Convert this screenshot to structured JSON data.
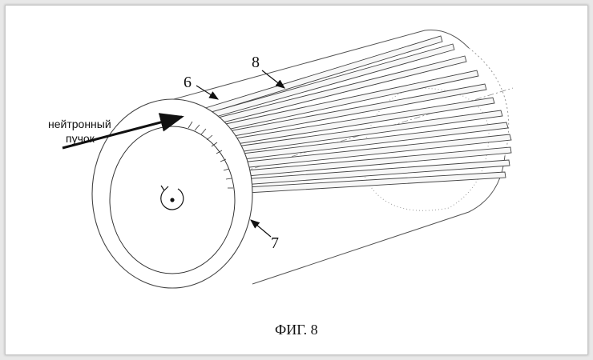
{
  "figure": {
    "caption": "ФИГ. 8",
    "beam_label_line1": "нейтронный",
    "beam_label_line2": "пучок",
    "ref_six": "6",
    "ref_seven": "7",
    "ref_eight": "8"
  },
  "colors": {
    "line": "#555555",
    "dark": "#111111",
    "dotted": "#888888"
  },
  "icons": {
    "rotation": "rotation-arrow-icon"
  }
}
